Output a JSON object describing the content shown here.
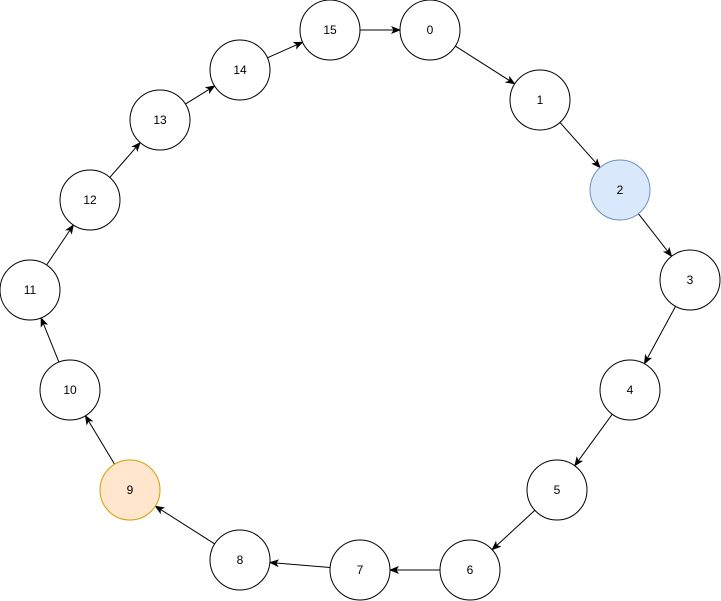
{
  "diagram": {
    "nodes": [
      {
        "id": "0",
        "label": "0"
      },
      {
        "id": "1",
        "label": "1"
      },
      {
        "id": "2",
        "label": "2",
        "highlight": "blue"
      },
      {
        "id": "3",
        "label": "3"
      },
      {
        "id": "4",
        "label": "4"
      },
      {
        "id": "5",
        "label": "5"
      },
      {
        "id": "6",
        "label": "6"
      },
      {
        "id": "7",
        "label": "7"
      },
      {
        "id": "8",
        "label": "8"
      },
      {
        "id": "9",
        "label": "9",
        "highlight": "orange"
      },
      {
        "id": "10",
        "label": "10"
      },
      {
        "id": "11",
        "label": "11"
      },
      {
        "id": "12",
        "label": "12"
      },
      {
        "id": "13",
        "label": "13"
      },
      {
        "id": "14",
        "label": "14"
      },
      {
        "id": "15",
        "label": "15"
      }
    ],
    "edges": [
      {
        "from": "0",
        "to": "1"
      },
      {
        "from": "1",
        "to": "2"
      },
      {
        "from": "2",
        "to": "3"
      },
      {
        "from": "3",
        "to": "4"
      },
      {
        "from": "4",
        "to": "5"
      },
      {
        "from": "5",
        "to": "6"
      },
      {
        "from": "6",
        "to": "7"
      },
      {
        "from": "7",
        "to": "8"
      },
      {
        "from": "8",
        "to": "9"
      },
      {
        "from": "9",
        "to": "10"
      },
      {
        "from": "10",
        "to": "11"
      },
      {
        "from": "11",
        "to": "12"
      },
      {
        "from": "12",
        "to": "13"
      },
      {
        "from": "13",
        "to": "14"
      },
      {
        "from": "14",
        "to": "15"
      },
      {
        "from": "15",
        "to": "0"
      }
    ],
    "colors": {
      "node_fill": "#ffffff",
      "node_stroke": "#000000",
      "edge": "#000000",
      "blue_fill": "#dae8fc",
      "blue_stroke": "#6c8ebf",
      "orange_fill": "#ffe6cc",
      "orange_stroke": "#d79b00"
    }
  }
}
